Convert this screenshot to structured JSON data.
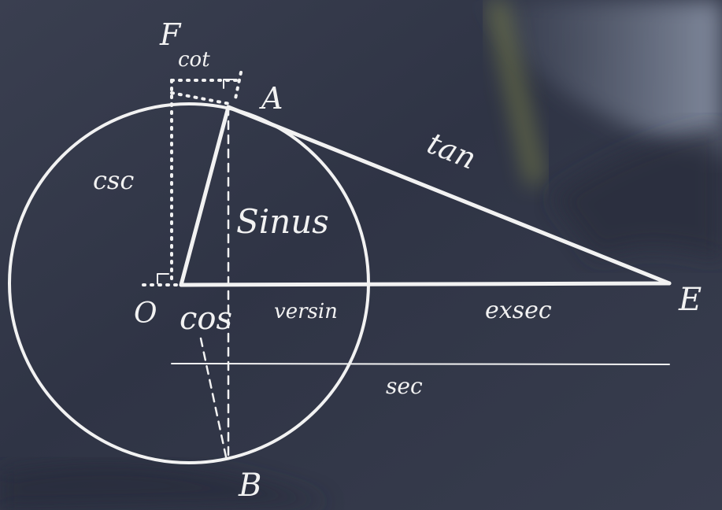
{
  "labels": {
    "point_f": "F",
    "point_a": "A",
    "point_o": "O",
    "point_e": "E",
    "point_b": "B",
    "cot": "cot",
    "tan": "tan",
    "csc": "csc",
    "sinus": "Sinus",
    "cos": "cos",
    "versin": "versin",
    "exsec": "exsec",
    "sec": "sec"
  },
  "colors": {
    "chalk": "#f2f2f2",
    "cloth_dark": "#2e3344",
    "cloth_light": "#6b7486",
    "stripe": "#9aa046"
  }
}
